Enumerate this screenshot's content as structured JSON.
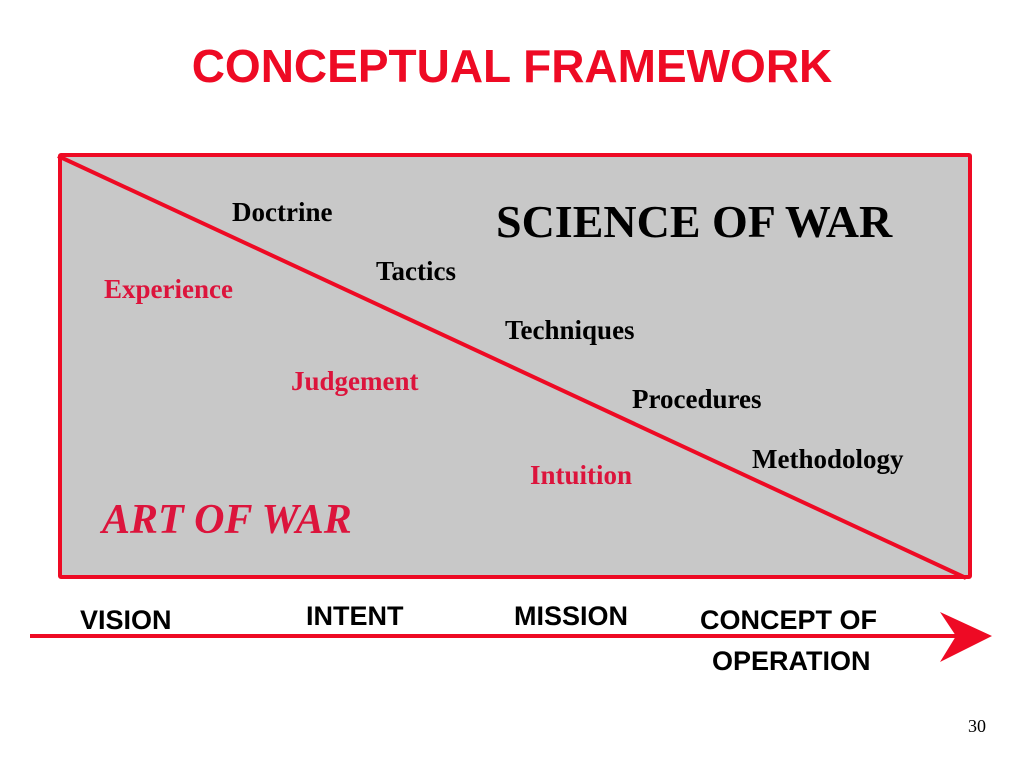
{
  "title": "CONCEPTUAL FRAMEWORK",
  "science": {
    "heading": "SCIENCE OF WAR",
    "items": [
      "Doctrine",
      "Tactics",
      "Techniques",
      "Procedures",
      "Methodology"
    ]
  },
  "art": {
    "heading": "ART OF WAR",
    "items": [
      "Experience",
      "Judgement",
      "Intuition"
    ]
  },
  "timeline": {
    "stages": [
      "VISION",
      "INTENT",
      "MISSION",
      "CONCEPT OF",
      "OPERATION"
    ]
  },
  "page_number": "30",
  "colors": {
    "accent_red": "#ee0a24",
    "art_text_red": "#dc143c",
    "box_fill": "#c8c8c8",
    "text_black": "#000000"
  }
}
